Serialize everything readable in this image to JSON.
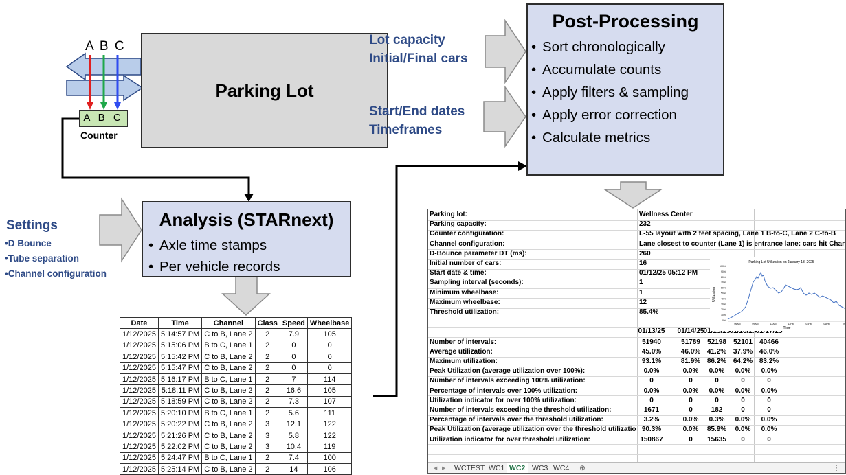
{
  "parking_lot": {
    "title": "Parking Lot"
  },
  "counter": {
    "top_letters": "A B C",
    "box_letters": "A B C",
    "label": "Counter"
  },
  "analysis": {
    "title": "Analysis (STARnext)",
    "bullets": [
      "Axle time stamps",
      "Per vehicle records"
    ]
  },
  "post_processing": {
    "title": "Post-Processing",
    "bullets": [
      "Sort chronologically",
      "Accumulate counts",
      "Apply filters & sampling",
      "Apply error correction",
      "Calculate metrics"
    ]
  },
  "inputs": {
    "lot": [
      "Lot capacity",
      "Initial/Final cars"
    ],
    "dates": [
      "Start/End dates",
      "Timeframes"
    ]
  },
  "settings": {
    "title": "Settings",
    "items": [
      "D Bounce",
      "Tube separation",
      "Channel configuration"
    ]
  },
  "records_table": {
    "headers": [
      "Date",
      "Time",
      "Channel",
      "Class",
      "Speed",
      "Wheelbase"
    ],
    "rows": [
      [
        "1/12/2025",
        "5:14:57 PM",
        "C to B, Lane 2",
        "2",
        "7.9",
        "105"
      ],
      [
        "1/12/2025",
        "5:15:06 PM",
        "B to C, Lane 1",
        "2",
        "0",
        "0"
      ],
      [
        "1/12/2025",
        "5:15:42 PM",
        "C to B, Lane 2",
        "2",
        "0",
        "0"
      ],
      [
        "1/12/2025",
        "5:15:47 PM",
        "C to B, Lane 2",
        "2",
        "0",
        "0"
      ],
      [
        "1/12/2025",
        "5:16:17 PM",
        "B to C, Lane 1",
        "2",
        "7",
        "114"
      ],
      [
        "1/12/2025",
        "5:18:11 PM",
        "C to B, Lane 2",
        "2",
        "16.6",
        "105"
      ],
      [
        "1/12/2025",
        "5:18:59 PM",
        "C to B, Lane 2",
        "2",
        "7.3",
        "107"
      ],
      [
        "1/12/2025",
        "5:20:10 PM",
        "B to C, Lane 1",
        "2",
        "5.6",
        "111"
      ],
      [
        "1/12/2025",
        "5:20:22 PM",
        "C to B, Lane 2",
        "3",
        "12.1",
        "122"
      ],
      [
        "1/12/2025",
        "5:21:26 PM",
        "C to B, Lane 2",
        "3",
        "5.8",
        "122"
      ],
      [
        "1/12/2025",
        "5:22:02 PM",
        "C to B, Lane 2",
        "3",
        "10.4",
        "119"
      ],
      [
        "1/12/2025",
        "5:24:47 PM",
        "B to C, Lane 1",
        "2",
        "7.4",
        "100"
      ],
      [
        "1/12/2025",
        "5:25:14 PM",
        "C to B, Lane 2",
        "2",
        "14",
        "106"
      ]
    ]
  },
  "spreadsheet": {
    "config": [
      [
        "Parking lot:",
        "Wellness Center"
      ],
      [
        "Parking capacity:",
        "232"
      ],
      [
        "Counter configuration:",
        "L-55 layout with 2 feet spacing, Lane 1 B-to-C, Lane 2 C-to-B"
      ],
      [
        "Channel configuration:",
        "Lane closest to counter (Lane 1) is entrance lane: cars hit Chan"
      ],
      [
        "D-Bounce parameter DT (ms):",
        "260"
      ],
      [
        "Initial number of cars:",
        "16"
      ],
      [
        "Start date & time:",
        "01/12/25 05:12 PM"
      ],
      [
        "Sampling interval (seconds):",
        "1"
      ],
      [
        "Minimum wheelbase:",
        "1"
      ],
      [
        "Maximum wheelbase:",
        "12"
      ],
      [
        "Threshold utilization:",
        "85.4%"
      ]
    ],
    "date_headers": [
      "01/13/25",
      "01/14/25",
      "01/15/25",
      "01/16/25",
      "01/17/25"
    ],
    "metrics": [
      {
        "label": "Number of intervals:",
        "values": [
          "51940",
          "51789",
          "52198",
          "52101",
          "40466"
        ]
      },
      {
        "label": "Average utilization:",
        "values": [
          "45.0%",
          "46.0%",
          "41.2%",
          "37.9%",
          "46.0%"
        ]
      },
      {
        "label": "Maximum utilization:",
        "values": [
          "93.1%",
          "81.9%",
          "86.2%",
          "64.2%",
          "83.2%"
        ]
      },
      {
        "label": "Peak Utilization (average utilization over 100%):",
        "values": [
          "0.0%",
          "0.0%",
          "0.0%",
          "0.0%",
          "0.0%"
        ]
      },
      {
        "label": "Number of intervals exceeding 100% utilization:",
        "values": [
          "0",
          "0",
          "0",
          "0",
          "0"
        ]
      },
      {
        "label": "Percentage of intervals over 100% utilization:",
        "values": [
          "0.0%",
          "0.0%",
          "0.0%",
          "0.0%",
          "0.0%"
        ]
      },
      {
        "label": "Utilization indicator for over 100% utilization:",
        "values": [
          "0",
          "0",
          "0",
          "0",
          "0"
        ]
      },
      {
        "label": "Number of intervals exceeding the threshold utilization:",
        "values": [
          "1671",
          "0",
          "182",
          "0",
          "0"
        ]
      },
      {
        "label": "Percentage of intervals over the threshold utilization:",
        "values": [
          "3.2%",
          "0.0%",
          "0.3%",
          "0.0%",
          "0.0%"
        ]
      },
      {
        "label": "Peak Utilization (average utilization over the threshold utilizatio",
        "values": [
          "90.3%",
          "0.0%",
          "85.9%",
          "0.0%",
          "0.0%"
        ]
      },
      {
        "label": "Utilization indicator for over threshold utilization:",
        "values": [
          "150867",
          "0",
          "15635",
          "0",
          "0"
        ]
      }
    ],
    "tabs": [
      "WCTEST",
      "WC1",
      "WC2",
      "WC3",
      "WC4"
    ],
    "active_tab": "WC2",
    "add_sheet_icon": "plus-circle-icon",
    "mini_chart": {
      "title": "Parking Lot Utilization on January 13, 2025",
      "ylabel": "Utilization",
      "xlabel": "Time",
      "yticks": [
        "100%",
        "90%",
        "80%",
        "70%",
        "60%",
        "50%",
        "40%",
        "30%",
        "20%",
        "10%",
        "0%"
      ],
      "xticks": [
        "06AM",
        "09AM",
        "12AM",
        "12PM",
        "03PM",
        "06PM",
        "09P"
      ]
    }
  },
  "colors": {
    "blue_box": "#d6dcef",
    "gray_box": "#d9d9d9",
    "label_blue": "#2e4a86",
    "counter_green": "#c8e6b4",
    "line_a": "#e02020",
    "line_b": "#1fa84a",
    "line_c": "#2f4cf0"
  }
}
